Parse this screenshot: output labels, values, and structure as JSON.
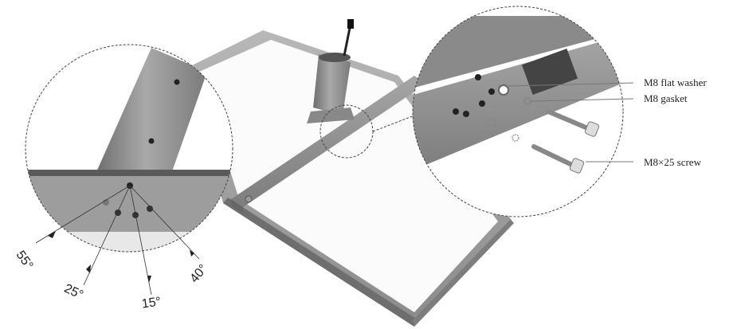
{
  "diagram": {
    "subject": "Solar panel frame with tilt-angle mounting bracket",
    "callouts": [
      {
        "id": "flat_washer",
        "label": "M8 flat washer"
      },
      {
        "id": "gasket",
        "label": "M8 gasket"
      },
      {
        "id": "screw",
        "label": "M8×25 screw"
      }
    ],
    "tilt_angles": [
      {
        "label": "55°"
      },
      {
        "label": "25°"
      },
      {
        "label": "15°"
      },
      {
        "label": "40°"
      }
    ],
    "colors": {
      "frame": "#9a9a9a",
      "frame_dark": "#6e6e6e",
      "panel": "#fbfbfb",
      "bracket": "#8c8c8c",
      "outline": "#444444",
      "text": "#222222"
    }
  }
}
